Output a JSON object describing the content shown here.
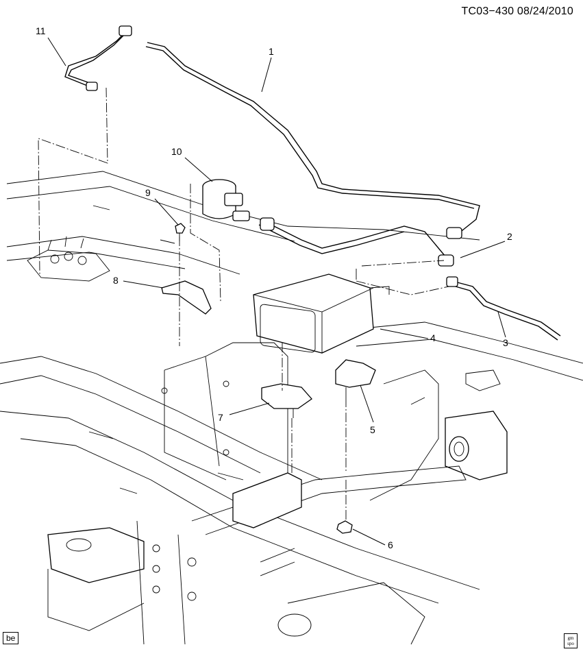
{
  "drawing_id": "TC03−430  08/24/2010",
  "corner_tag": "be",
  "corner_logo": "gm spo",
  "callouts": [
    "1",
    "2",
    "3",
    "4",
    "5",
    "6",
    "7",
    "8",
    "9",
    "10",
    "11"
  ]
}
